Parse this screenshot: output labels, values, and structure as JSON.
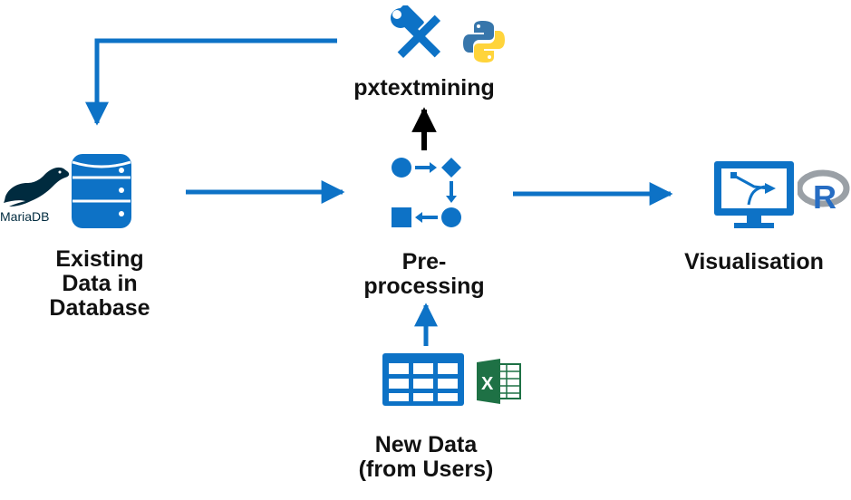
{
  "nodes": {
    "database": {
      "lines": [
        "Existing",
        "Data in",
        "Database"
      ],
      "logo_text": "MariaDB"
    },
    "preprocessing": {
      "lines": [
        "Pre-",
        "processing"
      ]
    },
    "pxtextmining": {
      "label": "pxtextmining"
    },
    "visualisation": {
      "label": "Visualisation"
    },
    "new_data": {
      "lines": [
        "New Data",
        "(from Users)"
      ]
    }
  },
  "icons": {
    "database": "database-stack-icon",
    "mariadb": "mariadb-seal-logo",
    "python": "python-logo",
    "tools": "hammer-wrench-tools-icon",
    "workflow": "workflow-process-icon",
    "monitor": "monitor-chart-icon",
    "r": "r-logo",
    "table": "table-grid-icon",
    "excel": "excel-logo"
  },
  "colors": {
    "flow_blue": "#0d72c6",
    "arrow_black": "#000000",
    "excel_green": "#1e7145",
    "python_blue": "#3776ab",
    "python_yellow": "#ffd43b",
    "mariadb_navy": "#002b3f",
    "r_blue": "#276dc3",
    "r_gray": "#9aa0a6"
  }
}
